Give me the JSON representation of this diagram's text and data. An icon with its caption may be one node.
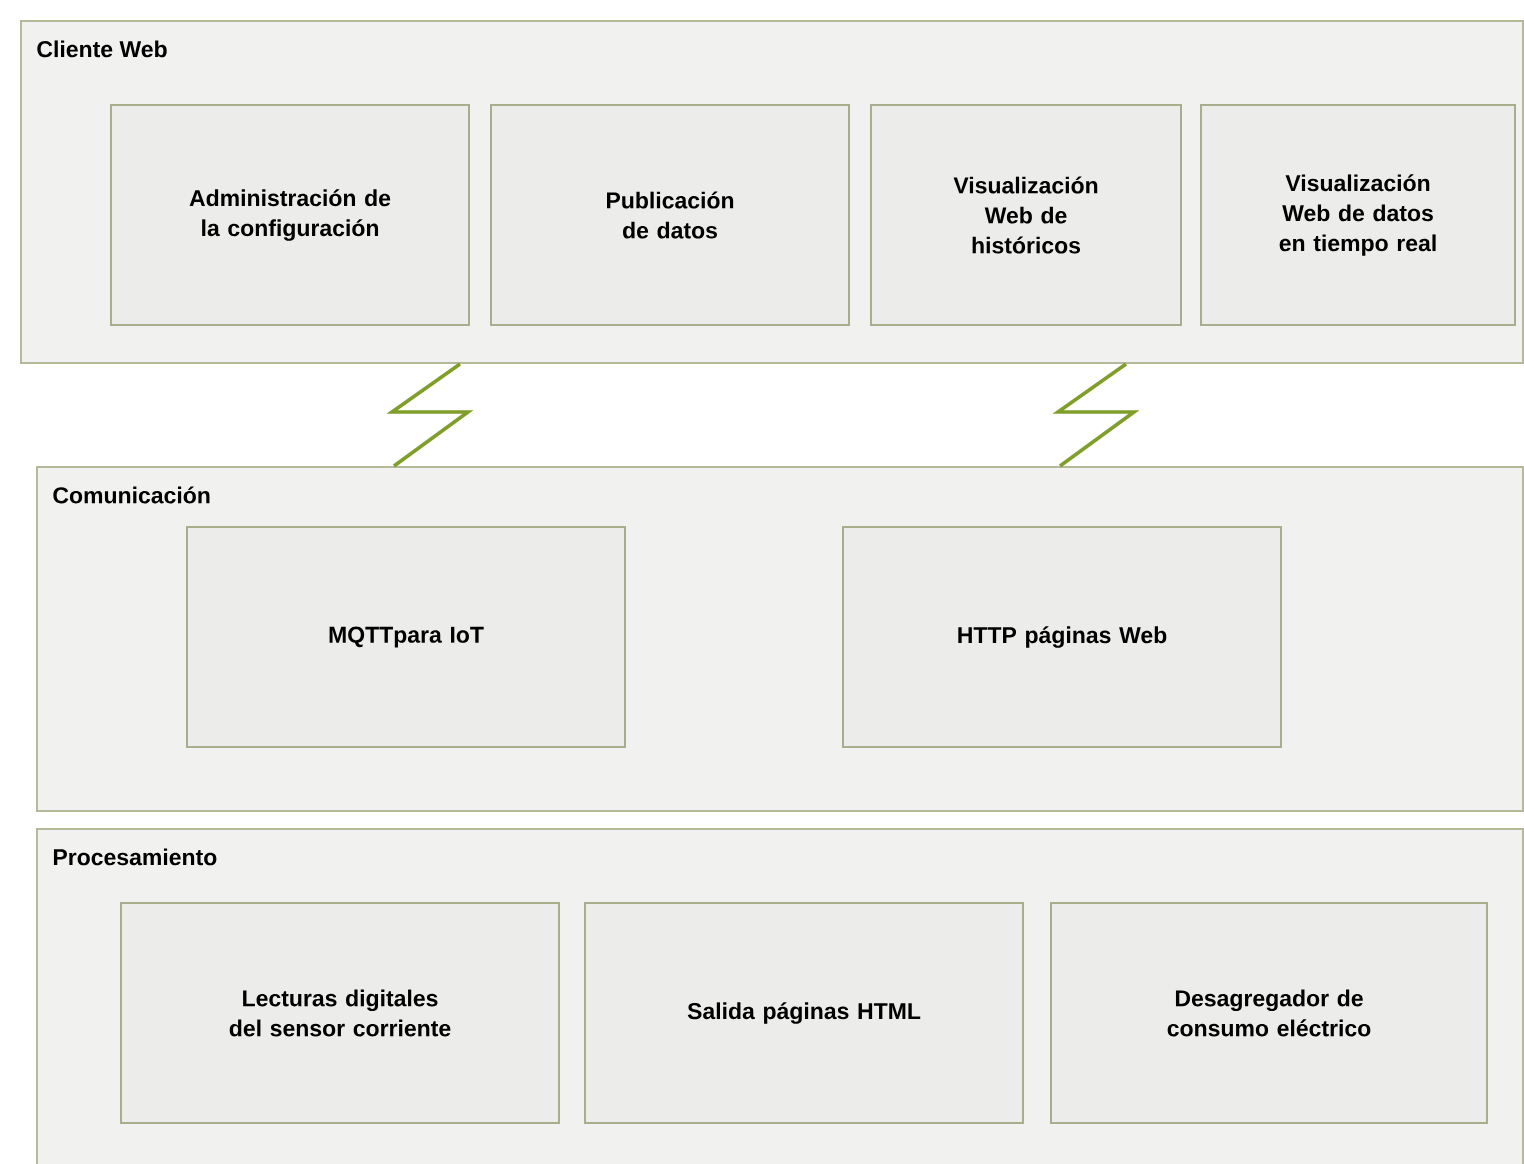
{
  "diagram": {
    "nodes": [
      {
        "text": [
          "Cliente Web"
        ]
      },
      {
        "text": [
          "Administración de la configuración"
        ],
        "in": 0
      },
      {
        "text": [
          "Publicación de datos"
        ],
        "in": 0
      },
      {
        "text": [
          "Visualización Web de históricos"
        ],
        "in": 0
      },
      {
        "text": [
          "Visualización Web de datos en tiempo real"
        ],
        "in": 0
      },
      {
        "text": [
          "Comunicación"
        ]
      },
      {
        "text": [
          "MQTTpara IoT"
        ],
        "in": 5
      },
      {
        "text": [
          "HTTP páginas Web"
        ],
        "in": 5
      },
      {
        "text": [
          "Procesamiento"
        ]
      },
      {
        "text": [
          "Lecturas digitales del sensor corriente"
        ],
        "in": 8
      },
      {
        "text": [
          "Salida páginas HTML"
        ],
        "in": 8
      },
      {
        "text": [
          "Desagregador de consumo eléctrico"
        ],
        "in": 8
      }
    ],
    "edges": [
      {
        "from": 0,
        "to": 5,
        "arrow": "none",
        "color": "#7f9f2a"
      },
      {
        "from": 0,
        "to": 5,
        "arrow": "none",
        "color": "#7f9f2a"
      }
    ]
  }
}
